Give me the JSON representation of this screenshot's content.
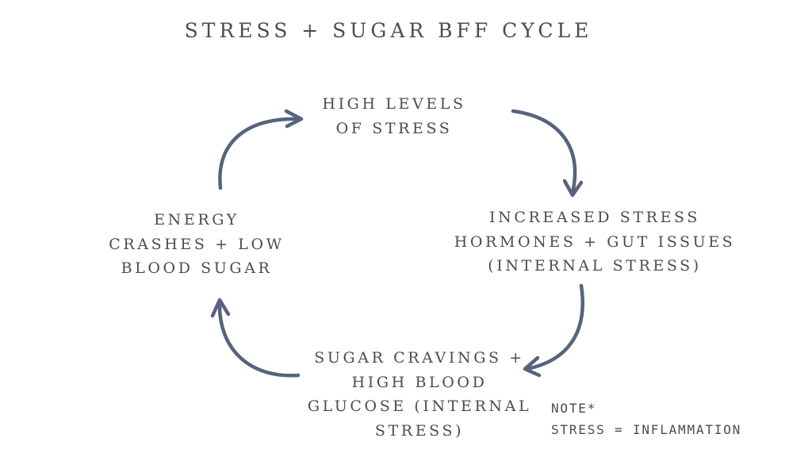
{
  "title": "STRESS + SUGAR BFF CYCLE",
  "nodes": {
    "top": {
      "lines": [
        "HIGH LEVELS",
        "OF STRESS"
      ]
    },
    "right": {
      "lines": [
        "INCREASED STRESS",
        "HORMONES + GUT ISSUES",
        "(INTERNAL STRESS)"
      ]
    },
    "bottom": {
      "lines": [
        "SUGAR CRAVINGS +",
        "HIGH BLOOD",
        "GLUCOSE (INTERNAL",
        "STRESS)"
      ]
    },
    "left": {
      "lines": [
        "ENERGY",
        "CRASHES + LOW",
        "BLOOD SUGAR"
      ]
    }
  },
  "note": {
    "lines": [
      "NOTE*",
      "STRESS = INFLAMMATION"
    ]
  },
  "colors": {
    "text": "#4f4c47",
    "arrow": "#56637e",
    "background": "#ffffff"
  }
}
